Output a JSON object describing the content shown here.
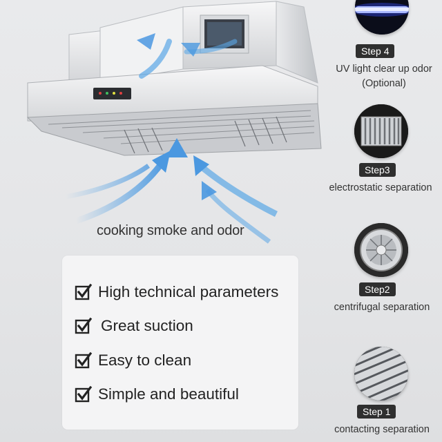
{
  "smoke_label": "cooking smoke and odor",
  "features": [
    "High technical parameters",
    "Great suction",
    "Easy to clean",
    "Simple and beautiful"
  ],
  "steps": [
    {
      "badge": "Step 4",
      "desc_line1": "UV light clear up odor",
      "desc_line2": "(Optional)",
      "icon": "uv-lamp-icon"
    },
    {
      "badge": "Step3",
      "desc_line1": "electrostatic separation",
      "icon": "electrostatic-filter-icon"
    },
    {
      "badge": "Step2",
      "desc_line1": "centrifugal separation",
      "icon": "centrifugal-fan-icon"
    },
    {
      "badge": "Step 1",
      "desc_line1": "contacting separation",
      "icon": "baffle-filter-icon"
    }
  ],
  "colors": {
    "badge": "#2f2f2f",
    "arrow": "#5aa6e6",
    "uv": "#4a6cff"
  }
}
